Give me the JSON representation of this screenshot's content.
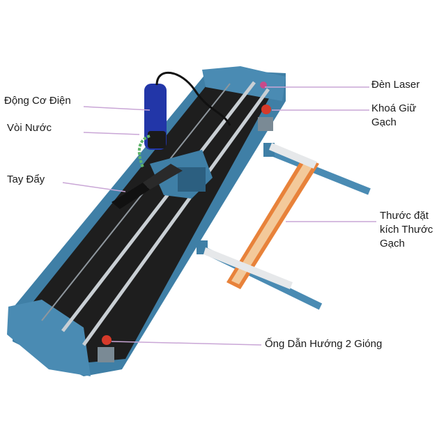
{
  "labels": {
    "motor": "Động Cơ Điện",
    "water": "Vòi Nước",
    "handle": "Tay Đẩy",
    "laser": "Đèn Laser",
    "lock_line1": "Khoá Giữ",
    "lock_line2": "Gạch",
    "ruler_line1": "Thước đặt",
    "ruler_line2": "kích Thước",
    "ruler_line3": "Gạch",
    "rail": "Ống Dẫn Hướng 2 Gióng"
  },
  "colors": {
    "frame_blue": "#3f7fa6",
    "frame_dark": "#2c5f80",
    "bed_black": "#1e1e1e",
    "rail_silver": "#c9cfd4",
    "motor_blue": "#2236a8",
    "knob_red": "#d63a2a",
    "ruler_orange": "#e8823a",
    "leader_line": "#c9a6d6",
    "water_green": "#5fb36a"
  }
}
